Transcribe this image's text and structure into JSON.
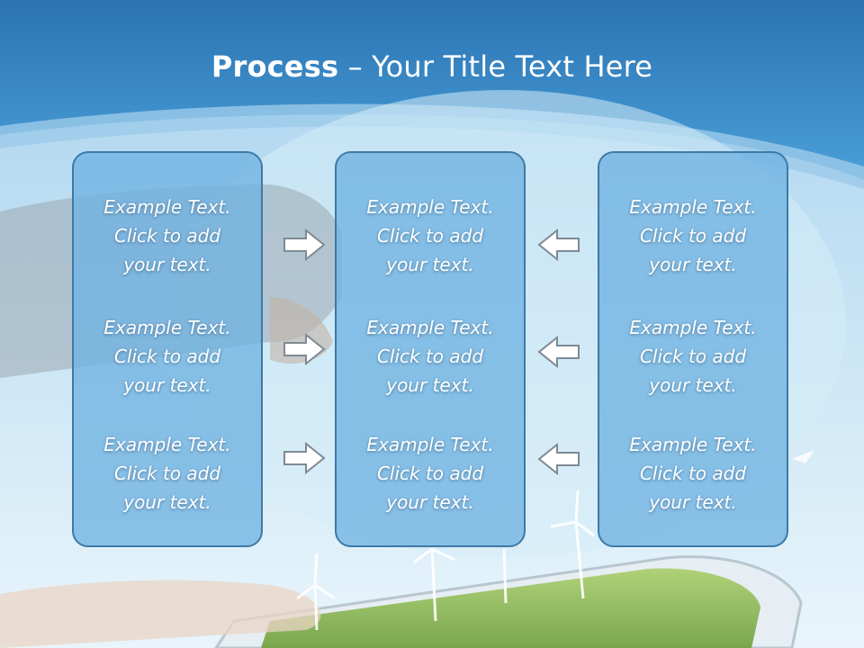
{
  "slide": {
    "title_bold": "Process",
    "title_rest": " – Your Title Text Here"
  },
  "columns": [
    {
      "blocks": [
        {
          "line1": "Example Text.",
          "line2": "Click  to add",
          "line3": "your text."
        },
        {
          "line1": "Example Text.",
          "line2": "Click  to add",
          "line3": "your text."
        },
        {
          "line1": "Example Text.",
          "line2": "Click  to add",
          "line3": "your text."
        }
      ]
    },
    {
      "blocks": [
        {
          "line1": "Example Text.",
          "line2": "Click  to add",
          "line3": "your text."
        },
        {
          "line1": "Example Text.",
          "line2": "Click  to add",
          "line3": "your text."
        },
        {
          "line1": "Example Text.",
          "line2": "Click  to add",
          "line3": "your text."
        }
      ]
    },
    {
      "blocks": [
        {
          "line1": "Example Text.",
          "line2": "Click  to add",
          "line3": "your text."
        },
        {
          "line1": "Example Text.",
          "line2": "Click  to add",
          "line3": "your text."
        },
        {
          "line1": "Example Text.",
          "line2": "Click  to add",
          "line3": "your text."
        }
      ]
    }
  ],
  "icons": {
    "left_arrows": "arrow-right-icon",
    "right_arrows": "arrow-left-icon"
  },
  "colors": {
    "header_blue": "#2f7dbf",
    "panel_fill": "#70b2e2",
    "panel_border": "#3d7aa6",
    "text": "#ffffff"
  }
}
